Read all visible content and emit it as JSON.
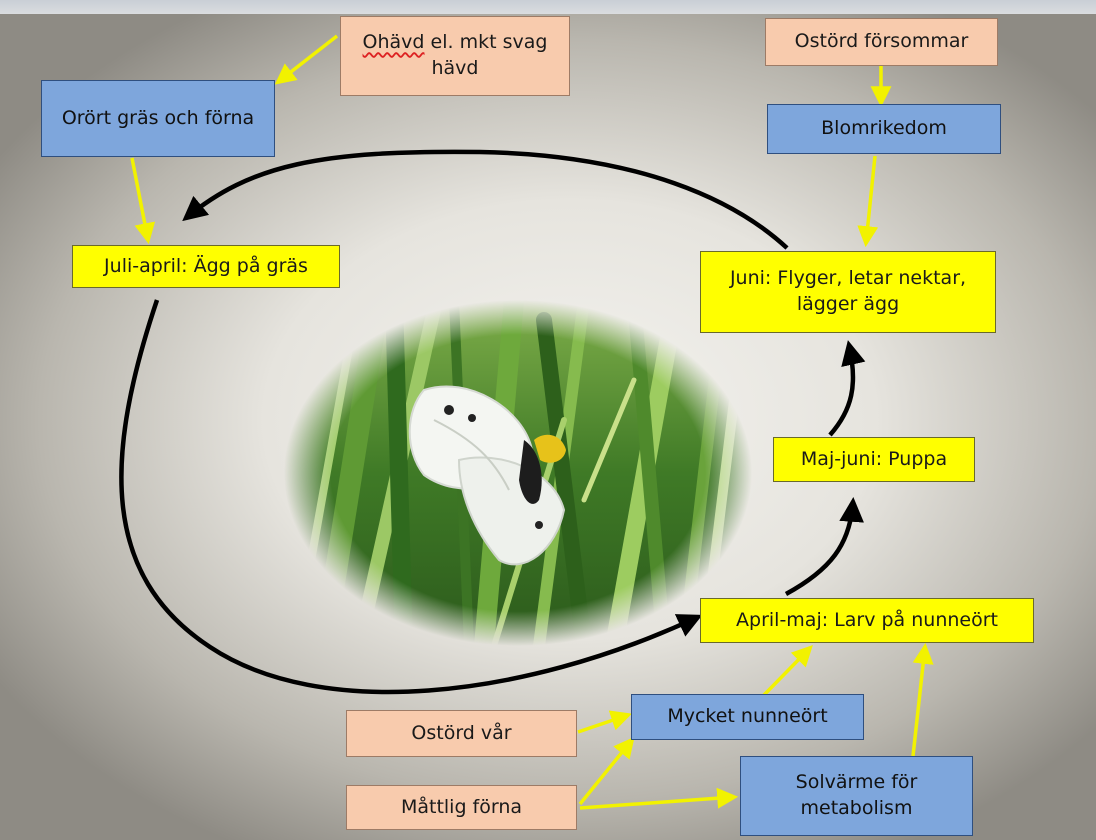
{
  "stages": {
    "egg": "Juli-april: Ägg på gräs",
    "larva": "April-maj: Larv på nunneört",
    "pupa": "Maj-juni: Puppa",
    "adult": "Juni: Flyger, letar nektar, lägger ägg"
  },
  "factors": {
    "grass": "Orört gräs och förna",
    "flowers": "Blomrikedom",
    "nunneort": "Mycket nunneört",
    "solar": "Solvärme för metabolism"
  },
  "conditions": {
    "grazing_word": "Ohävd",
    "grazing_rest": "el. mkt svag hävd",
    "summer": "Ostörd försommar",
    "spring": "Ostörd vår",
    "litter": "Måttlig förna"
  },
  "colors": {
    "stage_fill": "#ffff00",
    "factor_fill": "#7ea6dc",
    "condition_fill": "#f8cbad",
    "influence_arrow": "#f2f200",
    "cycle_arrow": "#000000"
  },
  "photo": {
    "subject": "butterfly-on-grass"
  }
}
